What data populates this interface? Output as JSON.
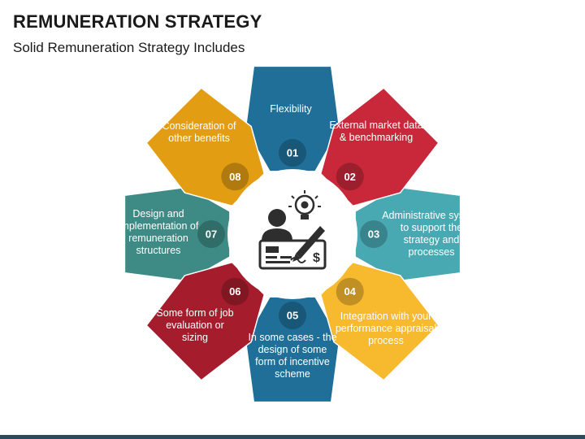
{
  "title": "REMUNERATION STRATEGY",
  "subtitle": "Solid Remuneration Strategy Includes",
  "segments": [
    {
      "num": "01",
      "text": "Flexibility",
      "color": "#1f6f98"
    },
    {
      "num": "02",
      "text": "External market data & benchmarking",
      "color": "#c8283a"
    },
    {
      "num": "03",
      "text": "Administrative system to support the strategy and processes",
      "color": "#49a9b3"
    },
    {
      "num": "04",
      "text": "Integration with your performance appraisal process",
      "color": "#f7b92e"
    },
    {
      "num": "05",
      "text": "In some cases - the design of some form of incentive scheme",
      "color": "#1f6f98"
    },
    {
      "num": "06",
      "text": "Some form of job evaluation or sizing",
      "color": "#a51d2d"
    },
    {
      "num": "07",
      "text": "Design and implementation of remuneration structures",
      "color": "#3e8a85"
    },
    {
      "num": "08",
      "text": "Consideration of other benefits",
      "color": "#e29d12"
    }
  ],
  "center_icon": "employee-compensation-icon",
  "colors": {
    "bottom_bar": "#2d4a5c",
    "center_fill": "#ffffff",
    "icon": "#2e2e2e"
  }
}
